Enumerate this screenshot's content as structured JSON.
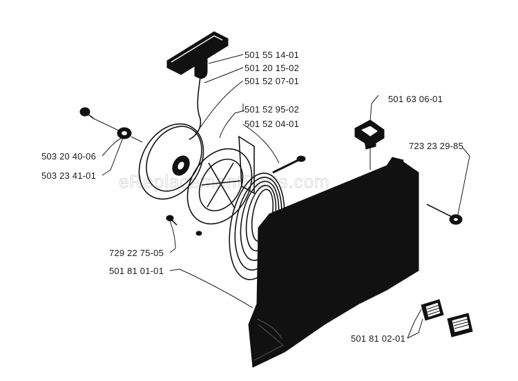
{
  "watermark": "eReplacementParts.com",
  "colors": {
    "ink": "#111111",
    "paper": "#ffffff",
    "label": "#1a1a1a",
    "watermark": "#d8d8d8"
  },
  "labels": [
    {
      "id": "handle",
      "text": "501 55 14-01"
    },
    {
      "id": "handle-insert",
      "text": "501 20 15-02"
    },
    {
      "id": "starter-rope",
      "text": "501 52 07-01"
    },
    {
      "id": "starter-pulley",
      "text": "501 52 95-02"
    },
    {
      "id": "recoil-spring",
      "text": "501 52 04-01"
    },
    {
      "id": "rope-guide",
      "text": "501 63 06-01"
    },
    {
      "id": "cover-screw",
      "text": "723 23 29-85"
    },
    {
      "id": "center-screw",
      "text": "503 20 40-06"
    },
    {
      "id": "washer",
      "text": "503 23 41-01"
    },
    {
      "id": "spring-screw",
      "text": "729 22 75-05"
    },
    {
      "id": "starter-housing",
      "text": "501 81 01-01"
    },
    {
      "id": "air-intake-grille",
      "text": "501 81 02-01"
    }
  ]
}
